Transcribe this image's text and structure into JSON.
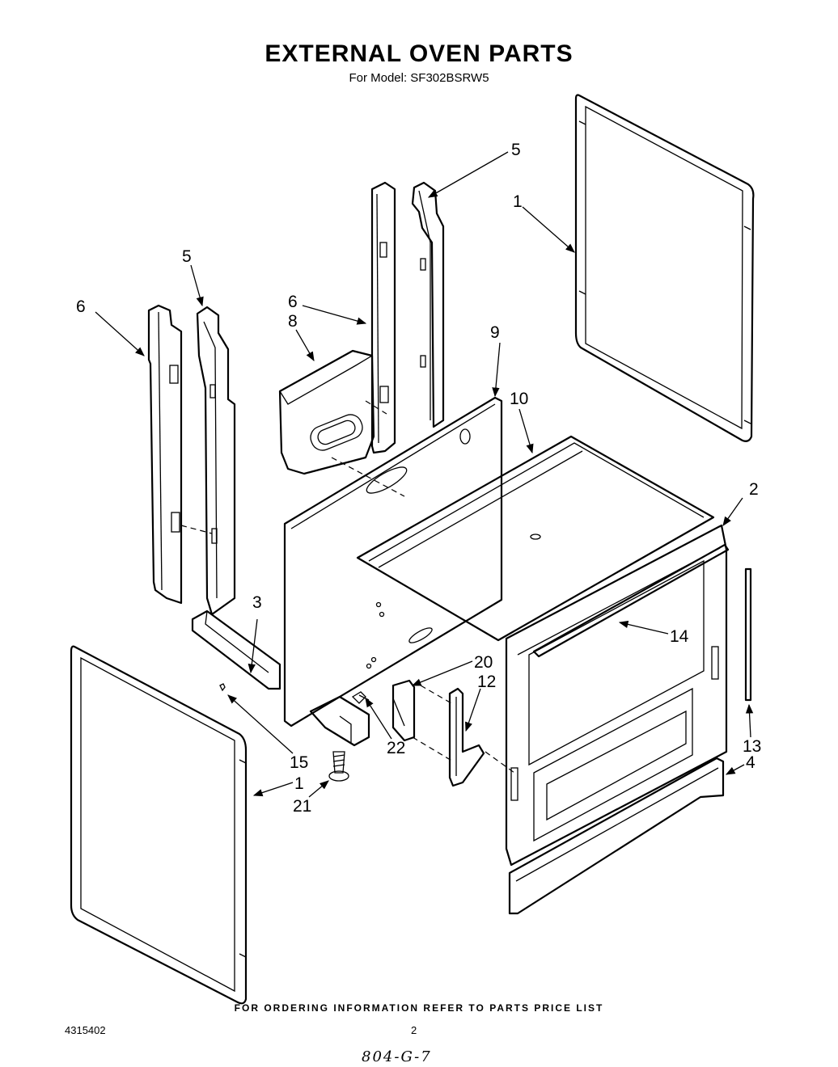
{
  "title": "EXTERNAL OVEN PARTS",
  "subtitle": "For Model: SF302BSRW5",
  "callouts": {
    "c5_top": "5",
    "c1_top": "1",
    "c5_left": "5",
    "c6_left": "6",
    "c6_mid": "6",
    "c8": "8",
    "c9": "9",
    "c10": "10",
    "c2": "2",
    "c3": "3",
    "c14": "14",
    "c20": "20",
    "c12": "12",
    "c22": "22",
    "c15": "15",
    "c1_bottom": "1",
    "c21": "21",
    "c13": "13",
    "c4": "4"
  },
  "footer_note": "FOR ORDERING INFORMATION REFER TO PARTS PRICE LIST",
  "doc_number": "4315402",
  "page_number": "2",
  "handwritten_note": "804-G-7"
}
